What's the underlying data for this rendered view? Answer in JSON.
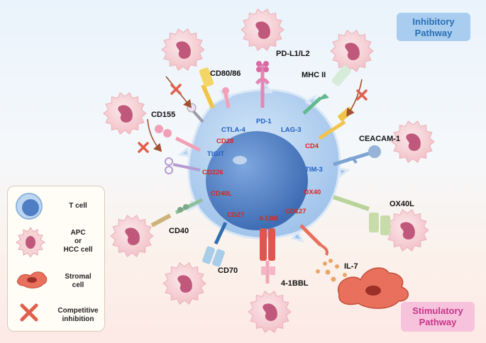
{
  "badges": {
    "inhibitory": [
      "Inhibitory",
      "Pathway"
    ],
    "stimulatory": [
      "Stimulatory",
      "Pathway"
    ]
  },
  "ligands": {
    "pdl1l2": "PD-L1/L2",
    "cd8086": "CD80/86",
    "mhc2": "MHC II",
    "cd155": "CD155",
    "ceacam1": "CEACAM-1",
    "ox40l": "OX40L",
    "cd40": "CD40",
    "il7": "IL-7",
    "cd70": "CD70",
    "bb4l": "4-1BBL"
  },
  "receptors": {
    "pd1": "PD-1",
    "ctla4": "CTLA-4",
    "lag3": "LAG-3",
    "tigit": "TIGIT",
    "tim3": "TIM-3",
    "cd28": "CD28",
    "cd4": "CD4",
    "cd226": "CD226",
    "ox40": "OX40",
    "cd40l": "CD40L",
    "cd27": "CD27",
    "bb4": "4-1BB",
    "cd127": "CD127"
  },
  "legend": {
    "tcell": [
      "T cell"
    ],
    "apc": [
      "APC",
      "or",
      "HCC cell"
    ],
    "stromal": [
      "Stromal",
      "cell"
    ],
    "inhibition": [
      "Competitive",
      "inhibition"
    ]
  },
  "colors": {
    "inhibitory": "#1f5fc2",
    "stimulatory": "#e3241b",
    "tcell": "#a9cbee",
    "nucleus": "#4f7ec4",
    "apc": "#f7d3d6",
    "apc_nucleus": "#c0587c",
    "stromal": "#e8705c",
    "inhibition_x": "#e0604c"
  }
}
